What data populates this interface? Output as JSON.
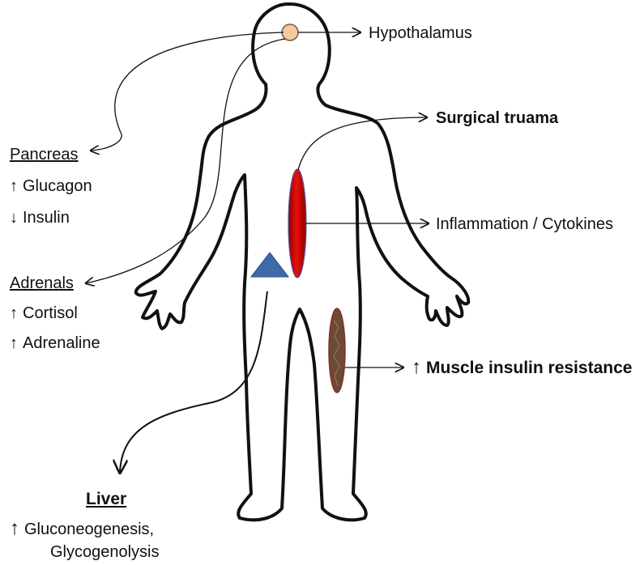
{
  "labels": {
    "hypothalamus": "Hypothalamus",
    "surgical_trauma": "Surgical truama",
    "inflammation": "Inflammation / Cytokines",
    "muscle": "Muscle insulin resistance",
    "pancreas": {
      "title": "Pancreas",
      "glucagon": "Glucagon",
      "insulin": "Insulin"
    },
    "adrenals": {
      "title": "Adrenals",
      "cortisol": "Cortisol",
      "adrenaline": "Adrenaline"
    },
    "liver": {
      "title": "Liver",
      "line1": "Gluconeogenesis,",
      "line2": "Glycogenolysis"
    }
  },
  "glyphs": {
    "up": "↑",
    "down": "↓"
  },
  "colors": {
    "body_outline": "#111111",
    "hypothalamus": "#f4c9a2",
    "incision": "#e01010",
    "muscle": "#6b4a36",
    "liver_marker": "#3d6aa8"
  }
}
